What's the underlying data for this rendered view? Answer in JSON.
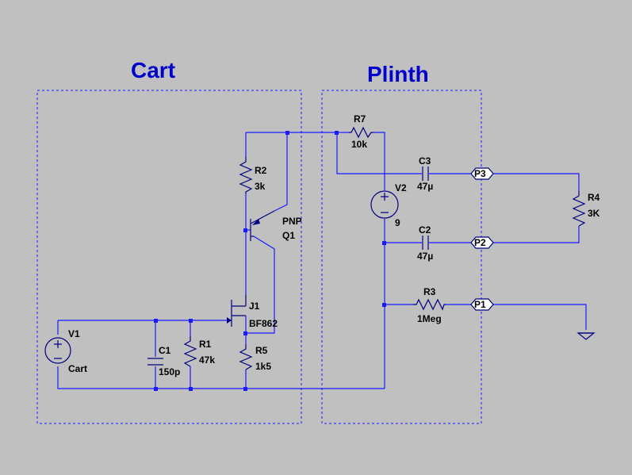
{
  "regions": {
    "cart": "Cart",
    "plinth": "Plinth"
  },
  "components": {
    "r1": {
      "ref": "R1",
      "value": "47k"
    },
    "r2": {
      "ref": "R2",
      "value": "3k"
    },
    "r3": {
      "ref": "R3",
      "value": "1Meg"
    },
    "r4": {
      "ref": "R4",
      "value": "3K"
    },
    "r5": {
      "ref": "R5",
      "value": "1k5"
    },
    "r7": {
      "ref": "R7",
      "value": "10k"
    },
    "c1": {
      "ref": "C1",
      "value": "150p"
    },
    "c2": {
      "ref": "C2",
      "value": "47µ"
    },
    "c3": {
      "ref": "C3",
      "value": "47µ"
    },
    "v1": {
      "ref": "V1",
      "value": "Cart"
    },
    "v2": {
      "ref": "V2",
      "value": "9"
    },
    "q1": {
      "type": "PNP",
      "ref": "Q1"
    },
    "j1": {
      "ref": "J1",
      "value": "BF862"
    }
  },
  "ports": {
    "p1": "P1",
    "p2": "P2",
    "p3": "P3"
  },
  "colors": {
    "background": "#c0c0c0",
    "wire": "#1a1aff",
    "component": "#000080",
    "title": "#0000cc"
  }
}
